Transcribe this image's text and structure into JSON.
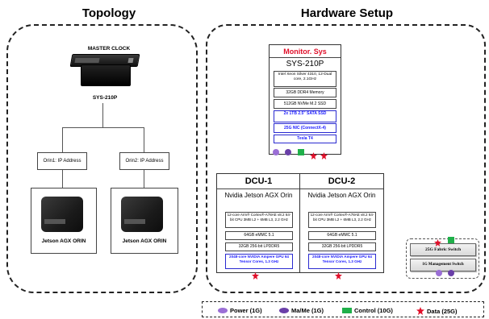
{
  "titles": {
    "topology": "Topology",
    "hardware": "Hardware Setup"
  },
  "topology": {
    "master_label": "MASTER CLOCK",
    "server_label": "SYS-210P",
    "orin1_label": "Orin1: IP Address",
    "orin2_label": "Orin2: IP Address",
    "jetson1_label": "Jetson AGX ORIN",
    "jetson2_label": "Jetson AGX ORIN"
  },
  "monitor": {
    "header": "Monitor. Sys",
    "model": "SYS-210P",
    "rows": [
      "Intel Xeon Silver 4310, 12-Dual core, 2.1GHz",
      "32GB DDR4  Memory",
      "512GB NVMe M.2 SSD"
    ],
    "blue_rows": [
      "2x 1TB  2.5\"  SATA SSD",
      "25G NIC (ConnectX-4)",
      "Tesla T4"
    ]
  },
  "dcus": [
    {
      "title": "DCU-1",
      "name": "Nvidia  Jetson AGX Orin",
      "rows": [
        "12-core Arm® Cortex®-A78AE v8.2 64-bit CPU 3MB L2 + 6MB L3, 2.2 GHz",
        "64GB eMMC 5.1",
        "32GB 256-bit LPDDR5"
      ],
      "blue": "2048-core NVIDIA Ampere GPU 64 Tensor  Cores,  1.3 GHz"
    },
    {
      "title": "DCU-2",
      "name": "Nvidia  Jetson AGX Orin",
      "rows": [
        "12-core Arm® Cortex®-A78AE v8.2 64-bit CPU 3MB L2 + 6MB L3, 2.2 GHz",
        "64GB eMMC 5.1",
        "32GB 256-bit LPDDR5"
      ],
      "blue": "2048-core NVIDIA Ampere GPU 64 Tensor  Cores,  1.3 GHz"
    }
  ],
  "switches": {
    "fabric": "25G Fabric  Switch",
    "mgmt": "1G Management  Switch"
  },
  "legend": {
    "power": "Power (1G)",
    "mame": "Ma/Me (1G)",
    "control": "Control (10G)",
    "data": "Data (25G)"
  },
  "colors": {
    "power": "#9b6fd6",
    "mame": "#6a3fa8",
    "control": "#1fb04a",
    "data": "#e0102a",
    "monitor_header": "#e0102a",
    "blue_text": "#1a1aff"
  }
}
